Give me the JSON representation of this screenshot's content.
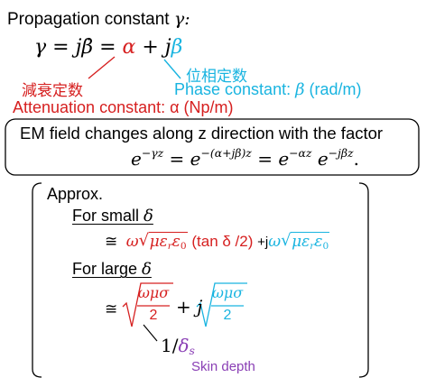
{
  "heading": "Propagation constant",
  "heading_gamma": "γ:",
  "eq1": {
    "lhs": "γ = j",
    "beta_hat": "β̇",
    "eq": " = ",
    "alpha": "α",
    "plus_j": " + j",
    "beta": "β"
  },
  "labels": {
    "jp_atten": "減衰定数",
    "jp_phase": "位相定数",
    "phase_constant": "Phase constant:",
    "phase_beta": "β",
    "phase_unit": "(rad/m)",
    "atten_constant": "Attenuation constant: α (Np/m)"
  },
  "box1": {
    "text": "EM field changes along z direction with the factor",
    "eq": {
      "e1": "e",
      "e1_exp": "−γz",
      "eq1": " = ",
      "e2": "e",
      "e2_exp": "−(α+jβ)z",
      "eq2": " = ",
      "e3": "e",
      "e3_exp": "−αz",
      "e4": "e",
      "e4_exp": "−jβz",
      "dot": "."
    }
  },
  "box2": {
    "approx": "Approx.",
    "small_prefix": "For small",
    "small_delta": "δ",
    "small_eq": {
      "approx_sym": "≅",
      "omega": "ω",
      "rad1": "με",
      "rad1_sub": "r",
      "rad1_b": "ε",
      "rad1_sub2": "0",
      "tan_part": "(tan δ /2)",
      "plus_j": "+j",
      "omega2": "ω",
      "rad2": "με",
      "rad2_sub": "r",
      "rad2_b": "ε",
      "rad2_sub2": "0"
    },
    "large_prefix": "For large",
    "large_delta": "δ",
    "large_eq": {
      "approx_sym": "≅",
      "num1": "ωμσ",
      "den1": "2",
      "plus_j": "+ j",
      "num2": "ωμσ",
      "den2": "2"
    },
    "skin": {
      "one_over": "1/",
      "delta": "δ",
      "sub": "s",
      "label": "Skin depth"
    }
  },
  "colors": {
    "red": "#d62020",
    "cyan": "#19b4e0",
    "purple": "#8a3fb5"
  }
}
